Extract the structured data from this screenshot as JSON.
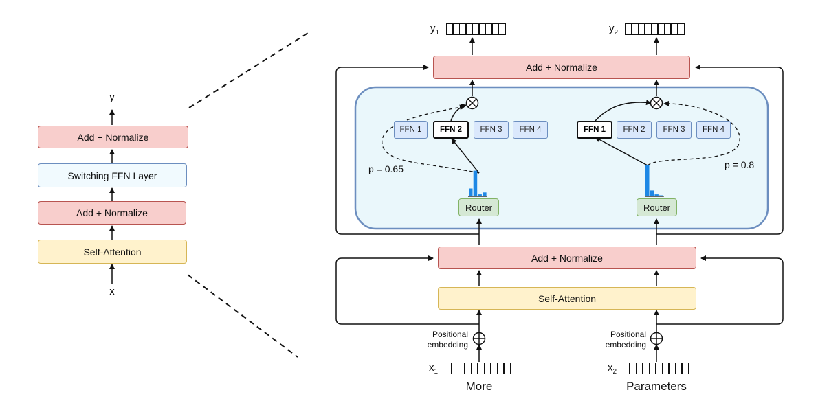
{
  "left": {
    "output_label": "y",
    "input_label": "x",
    "blocks": [
      "Add + Normalize",
      "Switching FFN Layer",
      "Add + Normalize",
      "Self-Attention"
    ]
  },
  "right": {
    "top_add_normalize": "Add + Normalize",
    "bottom_add_normalize": "Add + Normalize",
    "self_attention": "Self-Attention",
    "routers": [
      "Router",
      "Router"
    ],
    "experts_left": [
      "FFN 1",
      "FFN 2",
      "FFN 3",
      "FFN 4"
    ],
    "experts_right": [
      "FFN 1",
      "FFN 2",
      "FFN 3",
      "FFN 4"
    ],
    "prob_left": "p = 0.65",
    "prob_right": "p = 0.8",
    "positional_embedding": "Positional embedding",
    "outputs": [
      {
        "base": "y",
        "sub": "1"
      },
      {
        "base": "y",
        "sub": "2"
      }
    ],
    "inputs": [
      {
        "base": "x",
        "sub": "1"
      },
      {
        "base": "x",
        "sub": "2"
      }
    ],
    "tokens": [
      "More",
      "Parameters"
    ]
  },
  "colors": {
    "add_normalize": "#f8cecc",
    "self_attention": "#fff2cc",
    "switching_ffn": "#f1fafe",
    "router": "#d5e8d4",
    "expert": "#dae8fc",
    "switch_region": "#eaf7fb",
    "switch_region_border": "#6c8ebf",
    "histogram": "#1e88e5"
  },
  "router_histograms": [
    {
      "values": [
        0.2,
        0.65,
        0.05,
        0.1
      ],
      "selected_expert": "FFN 2"
    },
    {
      "values": [
        0.8,
        0.15,
        0.05,
        0.0
      ],
      "selected_expert": "FFN 1"
    }
  ]
}
